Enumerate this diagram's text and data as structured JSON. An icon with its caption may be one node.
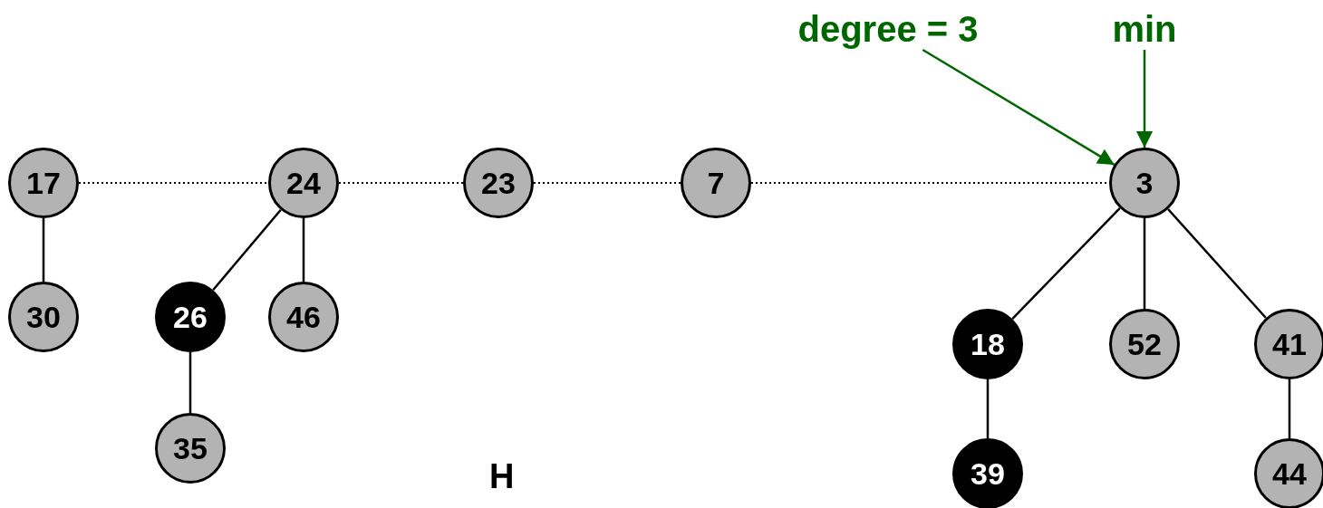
{
  "diagram": {
    "nodes": [
      {
        "text": [
          "degree = 3"
        ]
      },
      {
        "text": [
          "min"
        ]
      },
      {
        "text": [
          "17"
        ]
      },
      {
        "text": [
          "24"
        ]
      },
      {
        "text": [
          "23"
        ]
      },
      {
        "text": [
          "7"
        ]
      },
      {
        "text": [
          "3"
        ]
      },
      {
        "text": [
          "30"
        ]
      },
      {
        "text": [
          "26"
        ]
      },
      {
        "text": [
          "46"
        ]
      },
      {
        "text": [
          "18"
        ]
      },
      {
        "text": [
          "52"
        ]
      },
      {
        "text": [
          "41"
        ]
      },
      {
        "text": [
          "35"
        ]
      },
      {
        "text": [
          "39"
        ]
      },
      {
        "text": [
          "44"
        ]
      }
    ],
    "edges": [
      {
        "from": 0,
        "to": 6,
        "arrow": "to",
        "color": "#006600"
      },
      {
        "from": 1,
        "to": 6,
        "arrow": "to",
        "color": "#006600"
      },
      {
        "from": 2,
        "to": 3,
        "arrow": "none",
        "style": "dashed"
      },
      {
        "from": 3,
        "to": 4,
        "arrow": "none",
        "style": "dashed"
      },
      {
        "from": 4,
        "to": 5,
        "arrow": "none",
        "style": "dashed"
      },
      {
        "from": 5,
        "to": 6,
        "arrow": "none",
        "style": "dashed"
      },
      {
        "from": 2,
        "to": 7,
        "arrow": "none"
      },
      {
        "from": 3,
        "to": 8,
        "arrow": "none"
      },
      {
        "from": 3,
        "to": 9,
        "arrow": "none"
      },
      {
        "from": 8,
        "to": 13,
        "arrow": "none"
      },
      {
        "from": 6,
        "to": 10,
        "arrow": "none"
      },
      {
        "from": 6,
        "to": 11,
        "arrow": "none"
      },
      {
        "from": 6,
        "to": 12,
        "arrow": "none"
      },
      {
        "from": 10,
        "to": 14,
        "arrow": "none"
      },
      {
        "from": 12,
        "to": 15,
        "arrow": "none"
      }
    ],
    "labels": [
      "H"
    ]
  }
}
